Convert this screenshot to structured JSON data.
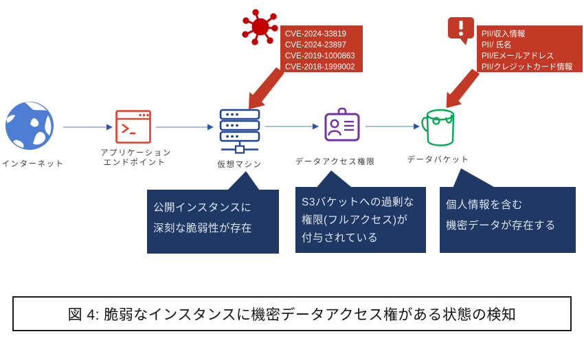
{
  "figure": {
    "caption": "図 4: 脆弱なインスタンスに機密データアクセス権がある状態の検知"
  },
  "flow": {
    "nodes": [
      {
        "icon": "globe-icon",
        "label": "インターネット"
      },
      {
        "icon": "terminal-window-icon",
        "lines": [
          "アプリケーション",
          "エンドポイント"
        ]
      },
      {
        "icon": "server-icon",
        "label": "仮想マシン"
      },
      {
        "icon": "id-badge-icon",
        "label": "データアクセス権限"
      },
      {
        "icon": "bucket-icon",
        "label": "データバケット"
      }
    ]
  },
  "cve_box": {
    "items": [
      "CVE-2024-33819",
      "CVE-2024-23897",
      "CVE-2019-1000863",
      "CVE-2018-1999002"
    ]
  },
  "pii_box": {
    "items": [
      "PII/収入情報",
      "PII/ 氏名",
      "PII/Eメールアドレス",
      "PII/クレジットカード情報"
    ]
  },
  "callouts": [
    {
      "lines": [
        "公開インスタンスに",
        "深刻な脆弱性が存在"
      ]
    },
    {
      "lines": [
        "S3バケットへの過剰な",
        "権限(フルアクセス)が",
        "付与されている"
      ]
    },
    {
      "lines": [
        "個人情報を含む",
        "機密データが存在する"
      ]
    }
  ],
  "colors": {
    "annotation_red": "#c23a26",
    "virus_red": "#c00000",
    "callout_navy": "#1f3864",
    "globe_blue": "#4e7dd4",
    "server_blue": "#1e4394",
    "endpoint_red": "#e23d28",
    "badge_purple": "#7030a0",
    "bucket_green": "#00a651",
    "connector_line": "#8fa3c8",
    "connector_head": "#2f55a4"
  }
}
